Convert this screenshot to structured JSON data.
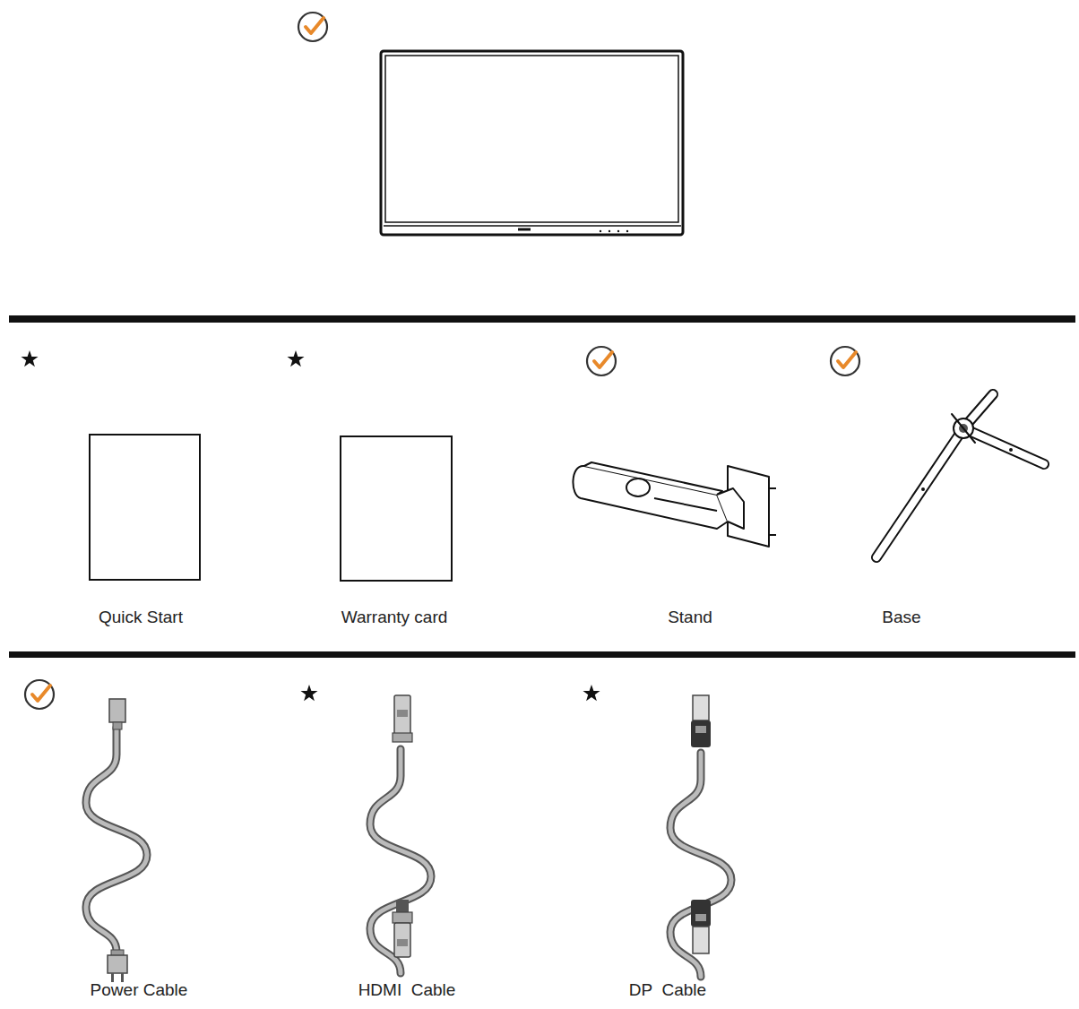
{
  "diagram": {
    "labels": [
      "Quick Start",
      "Warranty card",
      "Stand",
      "Base",
      "Power Cable",
      "HDMI  Cable",
      "DP  Cable"
    ]
  }
}
